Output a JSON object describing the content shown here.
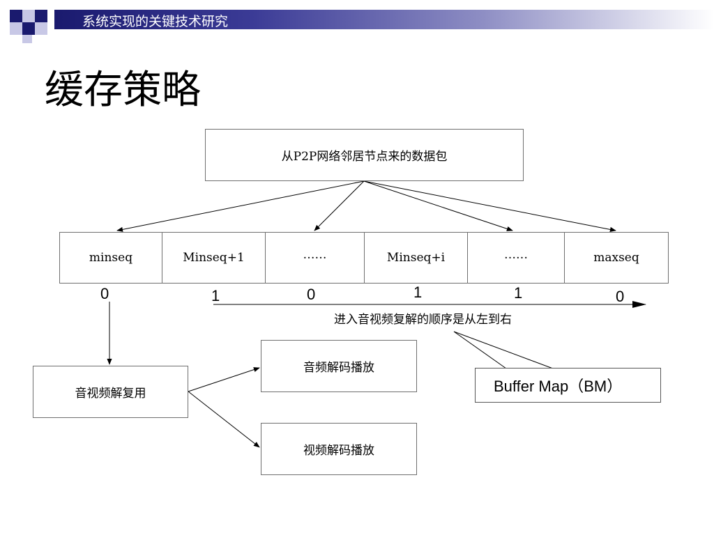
{
  "header": {
    "title": "系统实现的关键技术研究"
  },
  "slide": {
    "title": "缓存策略"
  },
  "diagram": {
    "source_box": "从P2P网络邻居节点来的数据包",
    "buffer_cells": [
      "minseq",
      "Minseq+1",
      "……",
      "Minseq+i",
      "……",
      "maxseq"
    ],
    "bits": [
      "0",
      "1",
      "0",
      "1",
      "1",
      "0"
    ],
    "order_label": "进入音视频复解的顺序是从左到右",
    "demux_box": "音视频解复用",
    "audio_box": "音频解码播放",
    "video_box": "视频解码播放",
    "callout": "Buffer Map（BM）"
  }
}
